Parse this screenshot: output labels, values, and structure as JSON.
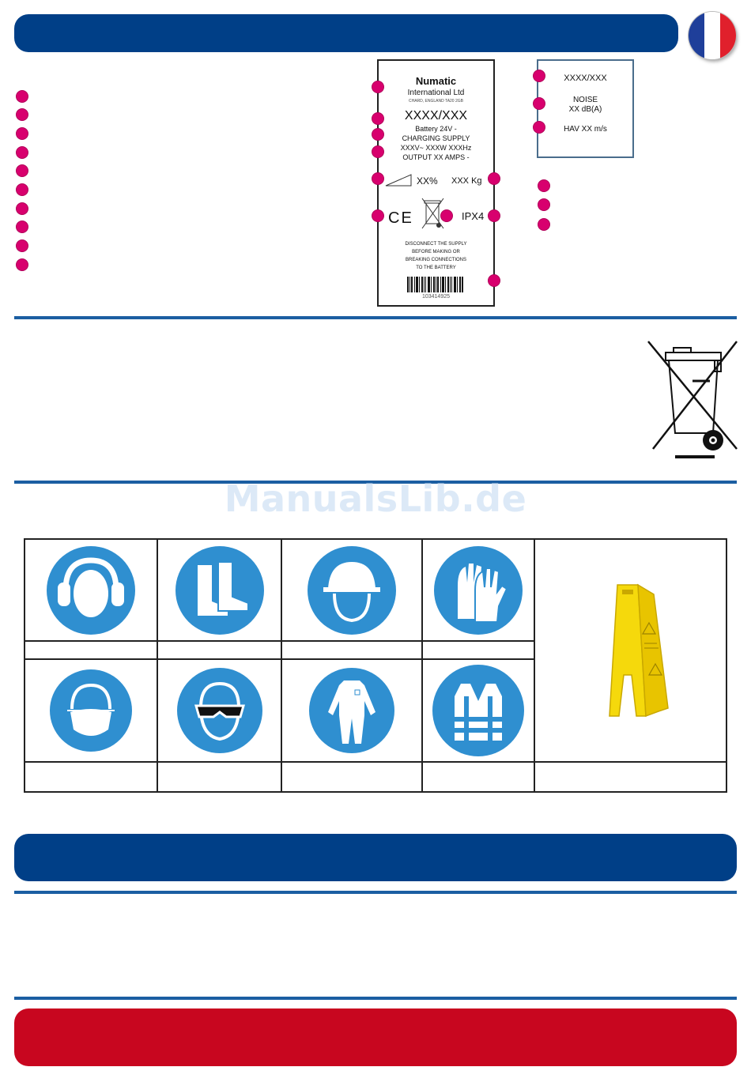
{
  "label": {
    "brand": "Numatic",
    "company": "International Ltd",
    "address": "CHARD, ENGLAND TA20 2GB",
    "model": "XXXX/XXX",
    "battery": "Battery 24V -",
    "charging": "CHARGING SUPPLY",
    "input": "XXXV~ XXXW  XXXHz",
    "output": "OUTPUT XX AMPS -",
    "gradient": "XX%",
    "weight": "XXX Kg",
    "ce_mark": "CE",
    "ip_rating": "IPX4",
    "warning": [
      "DISCONNECT THE SUPPLY",
      "BEFORE MAKING OR",
      "BREAKING CONNECTIONS",
      "TO THE BATTERY"
    ],
    "barcode_number": "103414925"
  },
  "noise_label": {
    "model": "XXXX/XXX",
    "noise": "NOISE",
    "noise_value": "XX dB(A)",
    "hav": "HAV XX m/s"
  },
  "watermark": "ManualsLib.de",
  "ppe_symbols": [
    "ear-protection",
    "safety-boots",
    "hard-hat",
    "gloves",
    "dust-mask",
    "safety-glasses",
    "overalls",
    "hi-vis-vest"
  ],
  "colors": {
    "header_blue": "#003f87",
    "rule_blue": "#1b5ea2",
    "callout_magenta": "#d8006e",
    "footer_red": "#c8061f",
    "symbol_blue": "#2f8fd0",
    "sign_yellow": "#f5d90c"
  }
}
